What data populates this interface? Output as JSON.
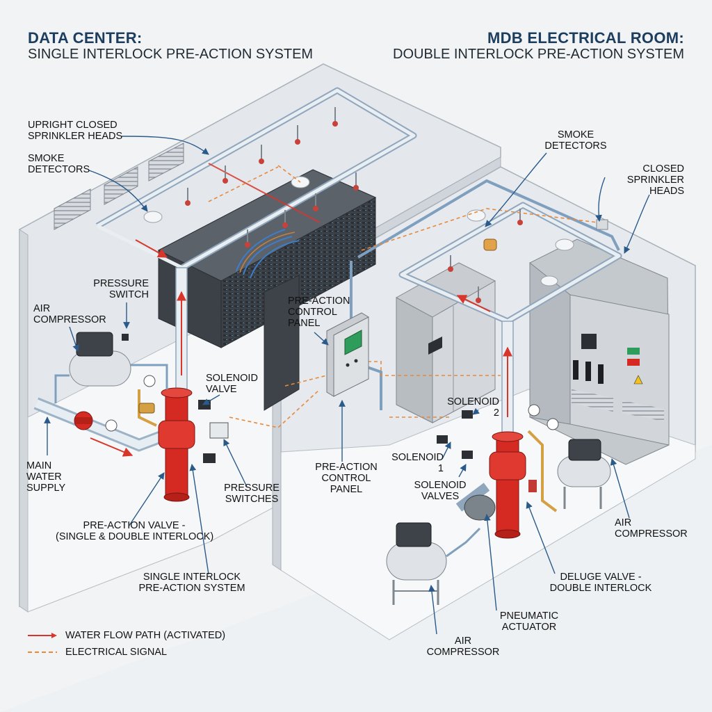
{
  "titles": {
    "left_heading": "DATA CENTER:",
    "left_subheading": "SINGLE INTERLOCK PRE-ACTION SYSTEM",
    "right_heading": "MDB ELECTRICAL ROOM:",
    "right_subheading": "DOUBLE INTERLOCK PRE-ACTION SYSTEM"
  },
  "labels": {
    "upright_heads": "UPRIGHT CLOSED\nSPRINKLER HEADS",
    "smoke_left": "SMOKE\nDETECTORS",
    "pressure_switch": "PRESSURE\nSWITCH",
    "air_comp_left": "AIR\nCOMPRESSOR",
    "solenoid_valve": "SOLENOID\nVALVE",
    "main_water": "MAIN\nWATER\nSUPPLY",
    "pressure_switches": "PRESSURE\nSWITCHES",
    "preaction_valve": "PRE-ACTION VALVE -\n(SINGLE & DOUBLE INTERLOCK)",
    "single_system": "SINGLE INTERLOCK\nPRE-ACTION SYSTEM",
    "panel_top": "PRE-ACTION\nCONTROL\nPANEL",
    "panel_bottom": "PRE-ACTION\nCONTROL\nPANEL",
    "smoke_right": "SMOKE\nDETECTORS",
    "closed_heads": "CLOSED\nSPRINKLER\nHEADS",
    "solenoid_2": "SOLENOID\n2",
    "solenoid_1": "SOLENOID\n1",
    "solenoid_valves": "SOLENOID\nVALVES",
    "air_comp_right": "AIR\nCOMPRESSOR",
    "deluge_valve": "DELUGE VALVE -\nDOUBLE INTERLOCK",
    "pneumatic_actuator": "PNEUMATIC\nACTUATOR",
    "air_comp_bottom": "AIR\nCOMPRESSOR"
  },
  "legend": {
    "items": [
      {
        "label": "WATER FLOW PATH (ACTIVATED)",
        "color": "#d9362b",
        "style": "solid-arrow"
      },
      {
        "label": "ELECTRICAL SIGNAL",
        "color": "#e8893a",
        "style": "dashed"
      }
    ]
  },
  "colors": {
    "valve_red": "#d42a22",
    "pipe_blue": "#5b86b0",
    "water_flow": "#d9362b",
    "electrical_signal": "#e8893a",
    "wall": "#e3e7eb",
    "floor": "#f7f8f9",
    "cabinet_dark": "#3e4349",
    "cabinet_gray": "#c9cdd1"
  }
}
